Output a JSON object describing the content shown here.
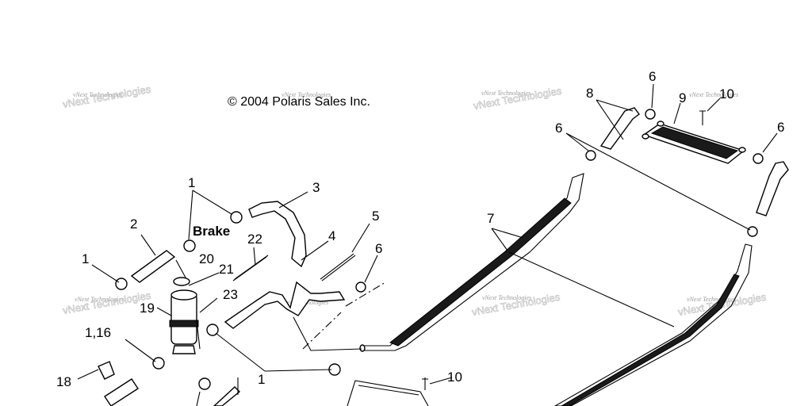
{
  "copyright": "© 2004 Polaris Sales Inc.",
  "brake_label": "Brake",
  "watermark": {
    "small": "vNext Technologies",
    "big": "vNext Technologies"
  },
  "callouts": {
    "c1_top": "1",
    "c1_left": "1",
    "c1_bottom": "1",
    "c1_16": "1,16",
    "c2": "2",
    "c3": "3",
    "c4": "4",
    "c5": "5",
    "c6_mid": "6",
    "c6_upper_left": "6",
    "c6_upper_top": "6",
    "c6_upper_right": "6",
    "c7": "7",
    "c8": "8",
    "c9": "9",
    "c10_top": "10",
    "c10_bottom": "10",
    "c18": "18",
    "c19": "19",
    "c20": "20",
    "c21": "21",
    "c22": "22",
    "c23": "23"
  }
}
